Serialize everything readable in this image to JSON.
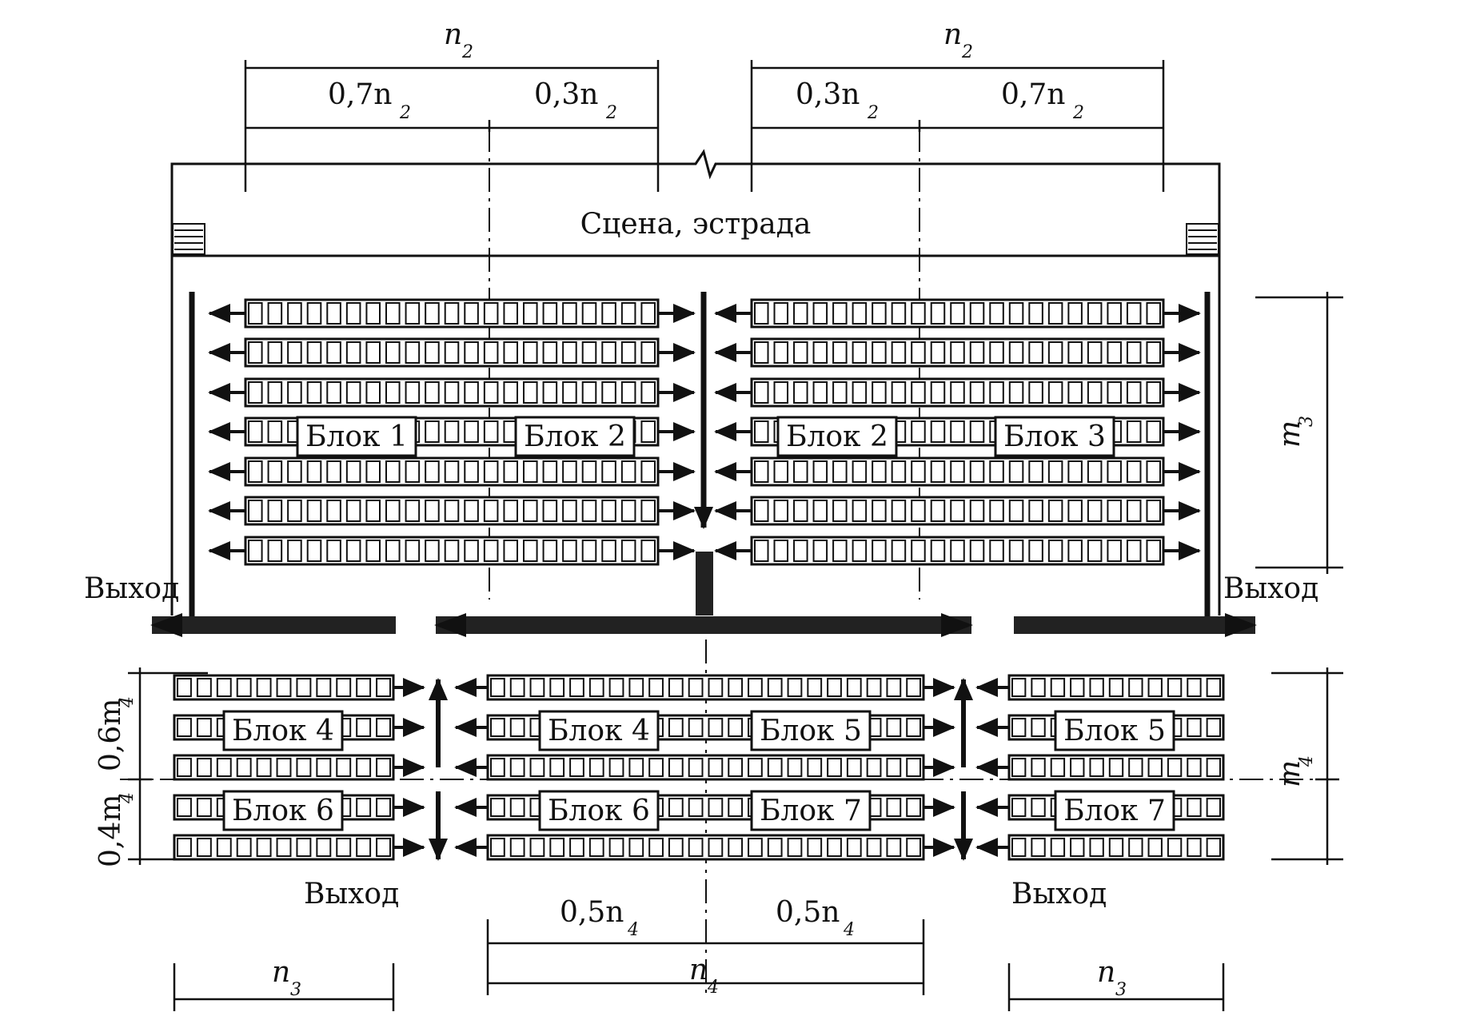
{
  "stage": {
    "label": "Сцена, эстрада"
  },
  "exits": {
    "top_left": "Выход",
    "top_right": "Выход",
    "bottom_left": "Выход",
    "bottom_right": "Выход"
  },
  "blocks": {
    "upper_left_a": "Блок 1",
    "upper_left_b": "Блок 2",
    "upper_right_a": "Блок 2",
    "upper_right_b": "Блок 3",
    "lower_left_top": "Блок 4",
    "lower_left_bottom": "Блок 6",
    "lower_mid_top_a": "Блок 4",
    "lower_mid_top_b": "Блок 5",
    "lower_mid_bottom_a": "Блок 6",
    "lower_mid_bottom_b": "Блок 7",
    "lower_right_top": "Блок 5",
    "lower_right_bottom": "Блок 7"
  },
  "dimensions": {
    "top_left_total": {
      "base": "n",
      "sub": "2"
    },
    "top_right_total": {
      "base": "n",
      "sub": "2"
    },
    "top_left_a": {
      "base": "0,7n",
      "sub": "2"
    },
    "top_left_b": {
      "base": "0,3n",
      "sub": "2"
    },
    "top_right_a": {
      "base": "0,3n",
      "sub": "2"
    },
    "top_right_b": {
      "base": "0,7n",
      "sub": "2"
    },
    "right_upper": {
      "base": "m",
      "sub": "3"
    },
    "right_lower": {
      "base": "m",
      "sub": "4"
    },
    "left_upper": {
      "base": "0,6m",
      "sub": "4"
    },
    "left_lower": {
      "base": "0,4m",
      "sub": "4"
    },
    "bottom_mid_a": {
      "base": "0,5n",
      "sub": "4"
    },
    "bottom_mid_b": {
      "base": "0,5n",
      "sub": "4"
    },
    "bottom_left": {
      "base": "n",
      "sub": "3"
    },
    "bottom_mid": {
      "base": "n",
      "sub": "4"
    },
    "bottom_right": {
      "base": "n",
      "sub": "3"
    }
  }
}
